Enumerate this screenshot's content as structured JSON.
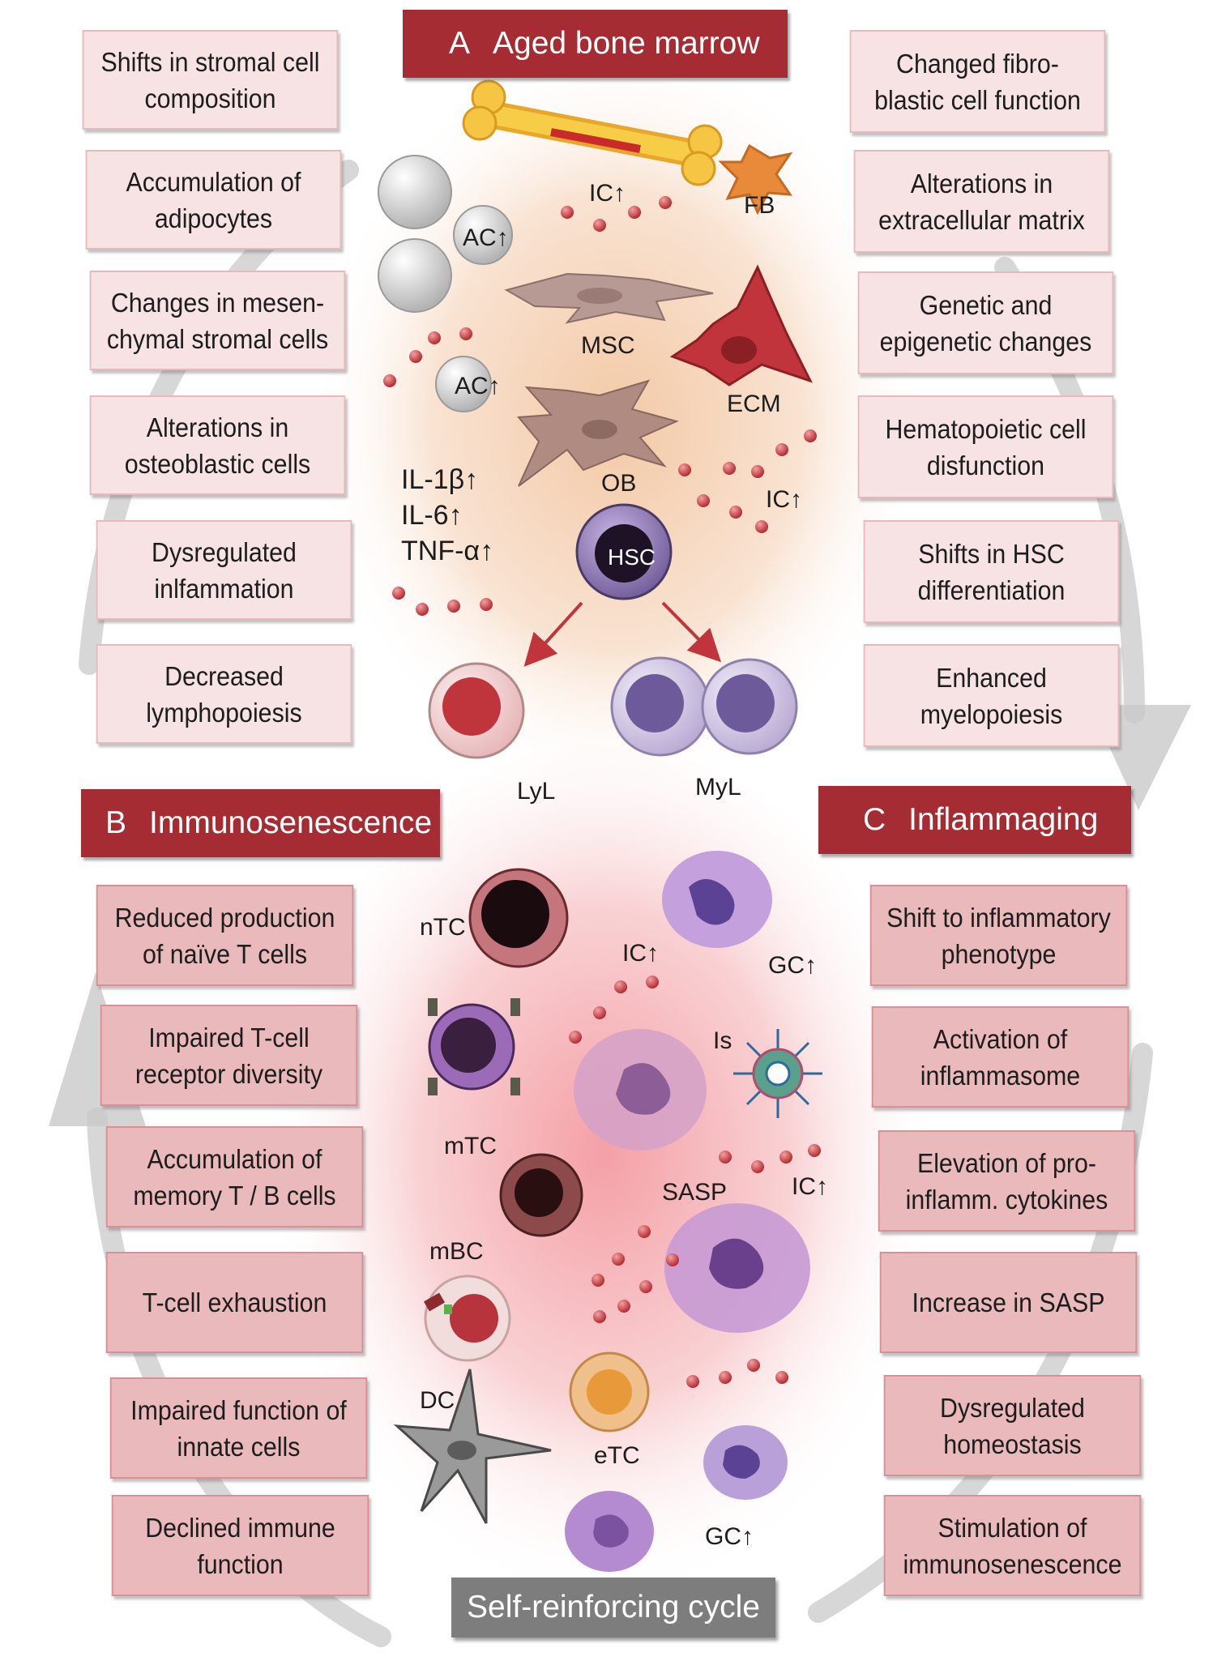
{
  "headers": {
    "a": {
      "letter": "A",
      "title": "Aged bone marrow"
    },
    "b": {
      "letter": "B",
      "title": "Immunosenescence"
    },
    "c": {
      "letter": "C",
      "title": "Inflammaging"
    }
  },
  "footer": "Self-reinforcing cycle",
  "bone_marrow_left": [
    "Shifts in stromal cell\ncomposition",
    "Accumulation of\nadipocytes",
    "Changes in mesen-\nchymal stromal cells",
    "Alterations in\nosteoblastic cells",
    "Dysregulated\ninlfammation",
    "Decreased\nlymphopoiesis"
  ],
  "bone_marrow_right": [
    "Changed fibro-\nblastic cell function",
    "Alterations in\nextracellular matrix",
    "Genetic and\nepigenetic changes",
    "Hematopoietic cell\ndisfunction",
    "Shifts in HSC\ndifferentiation",
    "Enhanced\nmyelopoiesis"
  ],
  "immunosenescence": [
    "Reduced production\nof naïve T cells",
    "Impaired T-cell\nreceptor diversity",
    "Accumulation of\nmemory T / B cells",
    "T-cell exhaustion",
    "Impaired function of\ninnate cells",
    "Declined immune\nfunction"
  ],
  "inflammaging": [
    "Shift to inflammatory\nphenotype",
    "Activation of\ninflammasome",
    "Elevation of pro-\ninflamm. cytokines",
    "Increase in SASP",
    "Dysregulated\nhomeostasis",
    "Stimulation of\nimmunosenescence"
  ],
  "cell_labels": {
    "ic1": "IC↑",
    "fb": "FB",
    "ac1": "AC↑",
    "msc": "MSC",
    "ac2": "AC↑",
    "ecm": "ECM",
    "ob": "OB",
    "ic2": "IC↑",
    "hsc": "HSC",
    "lyl": "LyL",
    "myl": "MyL",
    "ntc": "nTC",
    "ic3": "IC↑",
    "gc1": "GC↑",
    "is": "Is",
    "mtc": "mTC",
    "sasp": "SASP",
    "ic4": "IC↑",
    "mbc": "mBC",
    "dc": "DC",
    "etc": "eTC",
    "gc2": "GC↑"
  },
  "cytokines": [
    "IL-1β↑",
    "IL-6↑",
    "TNF-α↑"
  ],
  "colors": {
    "header": "#a52c33",
    "box_light": "#f7e3e4",
    "box_dark": "#eab9bb",
    "footer": "#7d7d7d",
    "dot": "#c0343c"
  }
}
